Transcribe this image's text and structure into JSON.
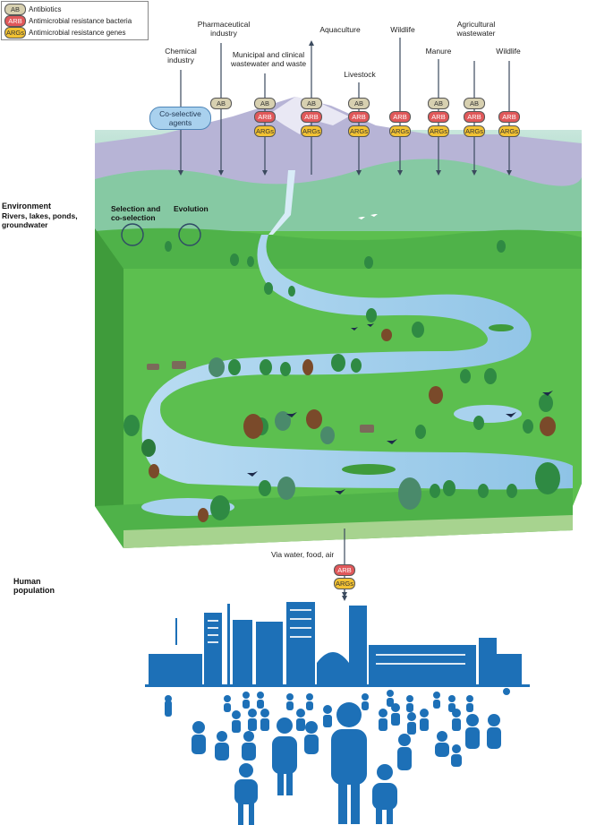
{
  "legend": [
    {
      "tag": "AB",
      "text": "Antibiotics"
    },
    {
      "tag": "ARB",
      "text": "Antimicrobial resistance bacteria"
    },
    {
      "tag": "ARGs",
      "text": "Antimicrobial resistance genes"
    }
  ],
  "sources": {
    "chemical": "Chemical\nindustry",
    "pharma": "Pharmaceutical\nindustry",
    "municipal": "Municipal and clinical\nwastewater and waste",
    "aquaculture": "Aquaculture",
    "livestock": "Livestock",
    "wildlife1": "Wildlife",
    "manure": "Manure",
    "agricultural": "Agricultural\nwastewater",
    "wildlife2": "Wildlife"
  },
  "tags": {
    "ab": "AB",
    "arb": "ARB",
    "arg": "ARGs"
  },
  "coselective": "Co-selective\nagents",
  "environment": {
    "title": "Environment",
    "subtitle": "Rivers, lakes, ponds,\ngroundwater",
    "selection": "Selection and\nco-selection",
    "evolution": "Evolution"
  },
  "transmission": "Via water, food, air",
  "human": "Human\npopulation",
  "colors": {
    "grass": "#5cbf4f",
    "grass_dark": "#3f9b3b",
    "water": "#a9d2ee",
    "sky": "#a7ddc6",
    "mountain": "#b8b4d6",
    "city": "#1d70b7",
    "arrow": "#3b4a5e"
  }
}
